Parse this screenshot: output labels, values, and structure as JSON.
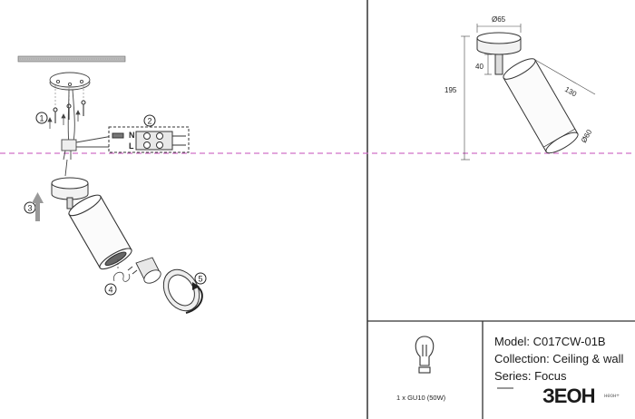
{
  "dimensions": {
    "diameter_top": "Ø65",
    "height_total": "195",
    "arm_height": "40",
    "body_length": "130",
    "diameter_body": "Ø60"
  },
  "steps": [
    "1",
    "2",
    "3",
    "4",
    "5"
  ],
  "terminal_labels": [
    "N",
    "L"
  ],
  "lamp": {
    "label": "1 x GU10 (50W)"
  },
  "info": {
    "model": "Model: C017CW-01B",
    "collection": "Collection: Ceiling & wall",
    "series": "Series: Focus"
  },
  "brand": {
    "logo": "ЗЕОН",
    "sub": "неон+"
  },
  "colors": {
    "guide_line": "#d070c8",
    "ink": "#333333"
  }
}
